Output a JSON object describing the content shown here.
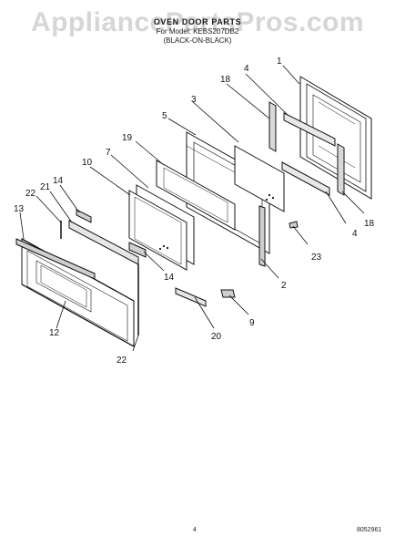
{
  "watermark": "AppliancePartsPros.com",
  "header": {
    "title": "OVEN DOOR PARTS",
    "model_line": "For Model: KEBS207DB2",
    "color_line": "(BLACK-ON-BLACK)"
  },
  "callouts": {
    "c1": "1",
    "c2": "2",
    "c4a": "4",
    "c4b": "4",
    "c5": "5",
    "c7": "7",
    "c9": "9",
    "c10": "10",
    "c12": "12",
    "c13": "13",
    "c14a": "14",
    "c14b": "14",
    "c18a": "18",
    "c18b": "18",
    "c19": "19",
    "c20": "20",
    "c21": "21",
    "c22a": "22",
    "c22b": "22",
    "c23": "23",
    "c3": "3"
  },
  "footer": {
    "page_number": "4",
    "doc_number": "8052961"
  }
}
